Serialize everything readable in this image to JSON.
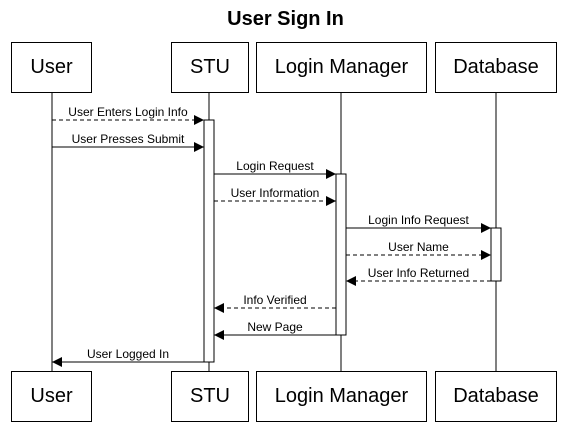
{
  "title": "User Sign In",
  "participants": [
    {
      "id": "user",
      "label": "User"
    },
    {
      "id": "stu",
      "label": "STU"
    },
    {
      "id": "login_manager",
      "label": "Login Manager"
    },
    {
      "id": "database",
      "label": "Database"
    }
  ],
  "messages": [
    {
      "label": "User Enters Login Info",
      "from": "user",
      "to": "stu",
      "style": "dashed"
    },
    {
      "label": "User Presses Submit",
      "from": "user",
      "to": "stu",
      "style": "solid"
    },
    {
      "label": "Login Request",
      "from": "stu",
      "to": "login_manager",
      "style": "solid"
    },
    {
      "label": "User Information",
      "from": "stu",
      "to": "login_manager",
      "style": "dashed"
    },
    {
      "label": "Login Info Request",
      "from": "login_manager",
      "to": "database",
      "style": "solid"
    },
    {
      "label": "User Name",
      "from": "login_manager",
      "to": "database",
      "style": "dashed"
    },
    {
      "label": "User Info Returned",
      "from": "database",
      "to": "login_manager",
      "style": "dashed"
    },
    {
      "label": "Info Verified",
      "from": "login_manager",
      "to": "stu",
      "style": "dashed"
    },
    {
      "label": "New Page",
      "from": "login_manager",
      "to": "stu",
      "style": "solid"
    },
    {
      "label": "User Logged In",
      "from": "stu",
      "to": "user",
      "style": "solid"
    }
  ]
}
